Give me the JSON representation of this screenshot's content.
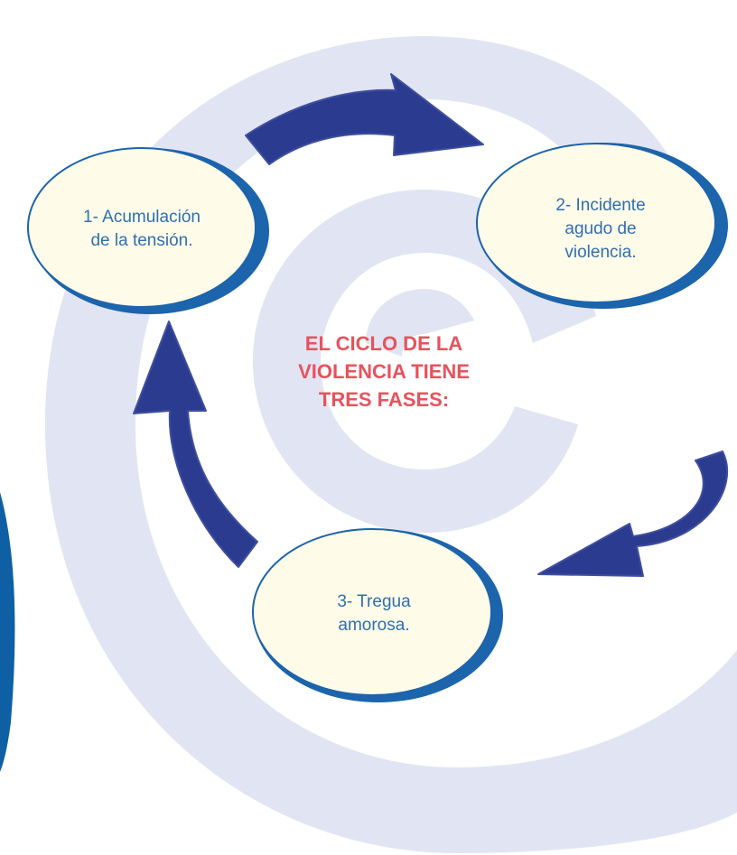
{
  "diagram": {
    "title_lines": [
      "EL CICLO DE LA",
      "VIOLENCIA TIENE",
      "TRES FASES:"
    ],
    "phases": [
      {
        "lines": [
          "1- Acumulación",
          "de la tensión."
        ]
      },
      {
        "lines": [
          "2- Incidente",
          "agudo de",
          "violencia."
        ]
      },
      {
        "lines": [
          "3- Tregua",
          "amorosa."
        ]
      }
    ]
  },
  "colors": {
    "background": "#ffffff",
    "spiral": "#e1e5f3",
    "left_band": "#0e5fa3",
    "node_fill": "#fefbe9",
    "node_border": "#1c64ab",
    "node_text": "#2f6fb0",
    "arrow_fill": "#2b3b8f",
    "arrow_outline": "#3f4f9f",
    "title_text": "#e8525c"
  }
}
